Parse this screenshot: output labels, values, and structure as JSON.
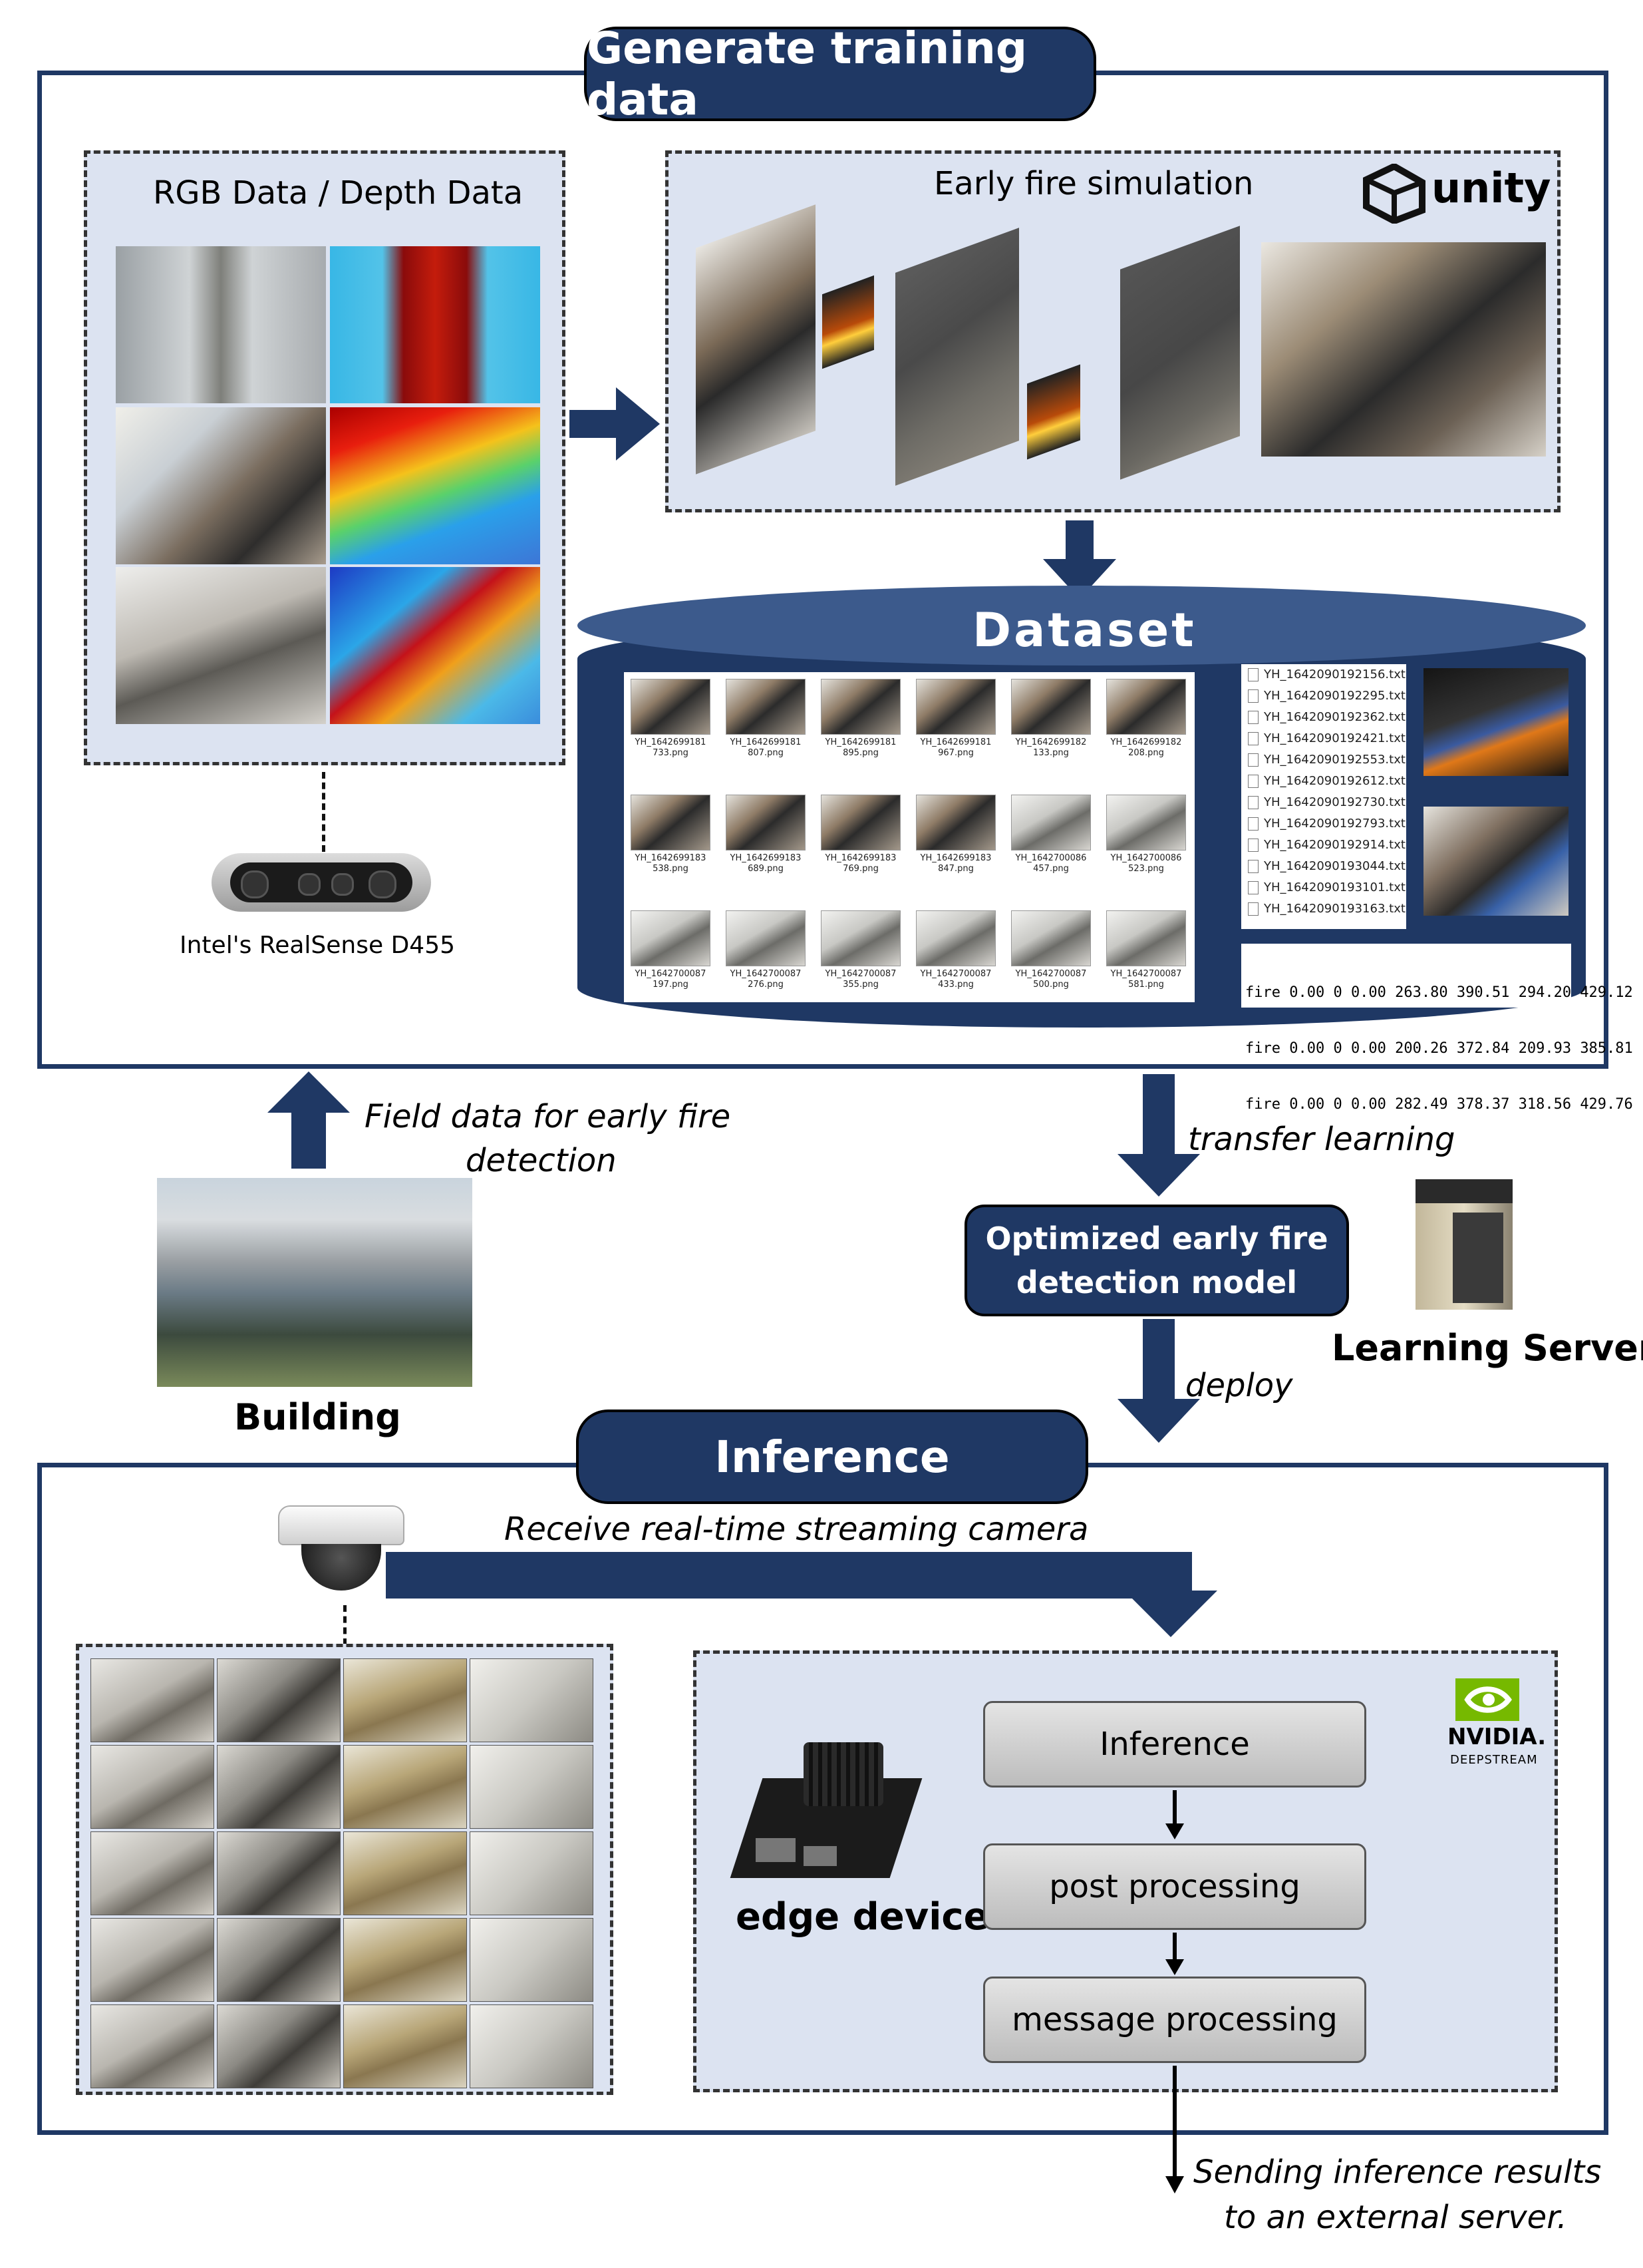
{
  "top": {
    "title": "Generate training data",
    "rgb_panel_label": "RGB Data / Depth Data",
    "camera_label": "Intel's RealSense D455",
    "sim_panel_label": "Early fire simulation",
    "unity_logo": "unity",
    "dataset_title": "Dataset",
    "images": [
      {
        "name": "YH_1642699181\n733.png"
      },
      {
        "name": "YH_1642699181\n807.png"
      },
      {
        "name": "YH_1642699181\n895.png"
      },
      {
        "name": "YH_1642699181\n967.png"
      },
      {
        "name": "YH_1642699182\n133.png"
      },
      {
        "name": "YH_1642699182\n208.png"
      },
      {
        "name": "YH_1642699183\n538.png"
      },
      {
        "name": "YH_1642699183\n689.png"
      },
      {
        "name": "YH_1642699183\n769.png"
      },
      {
        "name": "YH_1642699183\n847.png"
      },
      {
        "name": "YH_1642700086\n457.png"
      },
      {
        "name": "YH_1642700086\n523.png"
      },
      {
        "name": "YH_1642700087\n197.png"
      },
      {
        "name": "YH_1642700087\n276.png"
      },
      {
        "name": "YH_1642700087\n355.png"
      },
      {
        "name": "YH_1642700087\n433.png"
      },
      {
        "name": "YH_1642700087\n500.png"
      },
      {
        "name": "YH_1642700087\n581.png"
      }
    ],
    "label_files": [
      "YH_1642090192156.txt",
      "YH_1642090192295.txt",
      "YH_1642090192362.txt",
      "YH_1642090192421.txt",
      "YH_1642090192553.txt",
      "YH_1642090192612.txt",
      "YH_1642090192730.txt",
      "YH_1642090192793.txt",
      "YH_1642090192914.txt",
      "YH_1642090193044.txt",
      "YH_1642090193101.txt",
      "YH_1642090193163.txt"
    ],
    "label_contents": [
      "fire 0.00 0 0.00 263.80 390.51 294.20 429.12",
      "fire 0.00 0 0.00 200.26 372.84 209.93 385.81",
      "fire 0.00 0 0.00 282.49 378.37 318.56 429.76"
    ]
  },
  "middle": {
    "field_data_line1": "Field data for early fire",
    "field_data_line2": "detection",
    "building_label": "Building",
    "transfer_label": "transfer learning",
    "model_line1": "Optimized early fire",
    "model_line2": "detection model",
    "deploy_label": "deploy",
    "server_label": "Learning Server"
  },
  "bottom": {
    "title": "Inference",
    "stream_label": "Receive real-time streaming camera",
    "edge_label": "edge device",
    "nvidia_logo": "NVIDIA.",
    "deepstream": "DEEPSTREAM",
    "steps": [
      "Inference",
      "post processing",
      "message processing"
    ],
    "output_line1": "Sending inference results",
    "output_line2": "to an external server."
  },
  "colors": {
    "navy": "#1f3864",
    "panel": "#dce3f1",
    "step_box": "#c8c8c8"
  }
}
